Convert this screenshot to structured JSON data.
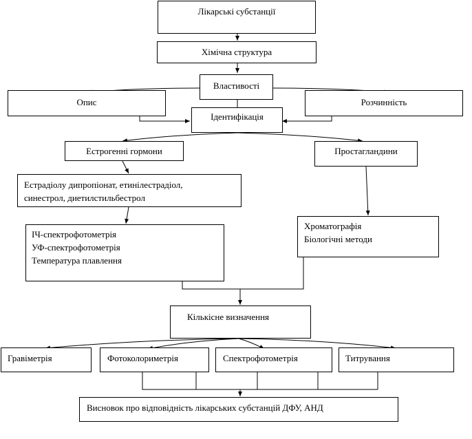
{
  "nodes": {
    "substances": "Лікарські субстанції",
    "structure": "Хімічна структура",
    "properties": "Властивості",
    "description": "Опис",
    "solubility": "Розчинність",
    "identification": "Ідентифікація",
    "estrogens": "Естрогенні гормони",
    "prostaglandins": "Простагландини",
    "estrogen_list_line1": "Естрадіолу дипропіонат, етинілестрадіол,",
    "estrogen_list_line2": "синестрол, диетилстильбестрол",
    "estrogen_methods": [
      "ІЧ-спектрофотометрія",
      "УФ-спектрофотометрія",
      "Температура плавлення"
    ],
    "prostaglandin_methods": [
      "Хроматографія",
      "Біологічні методи"
    ],
    "quantitative": "Кількісне визначення",
    "gravimetry": "Гравіметрія",
    "photocolorimetry": "Фотоколориметрія",
    "spectrophotometry": "Спектрофотометрія",
    "titration": "Титрування",
    "conclusion": "Висновок про відповідність лікарських субстанцій ДФУ, АНД"
  },
  "style": {
    "line_color": "#000000",
    "box_fill": "#ffffff"
  }
}
